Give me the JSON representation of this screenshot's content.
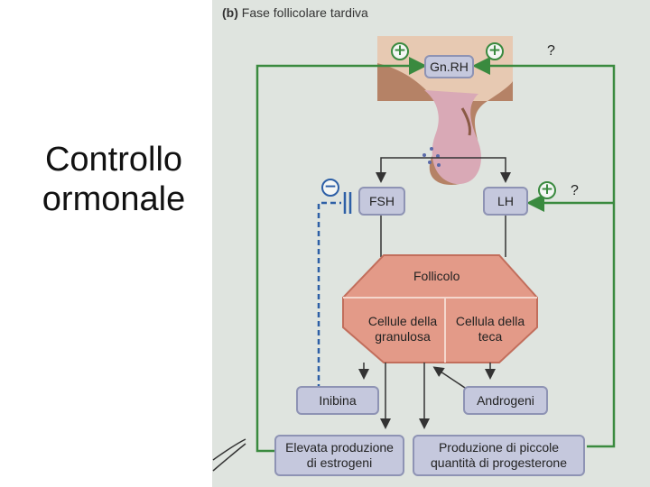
{
  "slide": {
    "title": "Controllo ormonale"
  },
  "figure": {
    "panel_label": "(b)",
    "panel_title": "Fase follicolare tardiva",
    "gnrh": "Gn.RH",
    "fsh": "FSH",
    "lh": "LH",
    "follicle": "Follicolo",
    "granulosa": "Cellule della granulosa",
    "theca": "Cellula della teca",
    "inhibin": "Inibina",
    "androgens": "Androgeni",
    "estrogen_output": "Elevata produzione di estrogeni",
    "progesterone_output": "Produzione di piccole quantità di progesterone",
    "question_mark": "?",
    "plus_sign": "+",
    "minus_sign": "−"
  },
  "colors": {
    "stimulation_arrow": "#3a8a3f",
    "inhibition_arrow": "#2d5fa6",
    "hormone_box": "#c5c8dd",
    "follicle_fill": "#e39a88",
    "panel_background": "#dfe4df"
  }
}
